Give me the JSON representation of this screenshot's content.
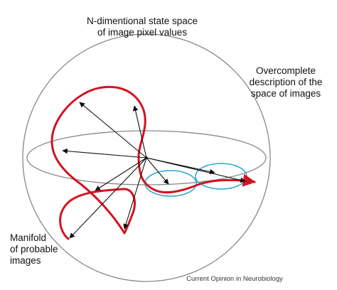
{
  "labels": {
    "state_space": [
      "N-dimentional state space",
      "of image pixel values"
    ],
    "overcomplete": [
      "Overcomplete",
      "description of the",
      "space of images"
    ],
    "manifold": [
      "Manifold",
      "of probable",
      "images"
    ],
    "source": "Current Opinion in Neurobiology"
  },
  "colors": {
    "sphere": "#888888",
    "manifold_curve": "#d4121f",
    "basis_ellipses": "#2aa5d6",
    "vectors": "#111111",
    "text": "#111111"
  },
  "vector_count": 9,
  "basis_ellipse_count": 2
}
